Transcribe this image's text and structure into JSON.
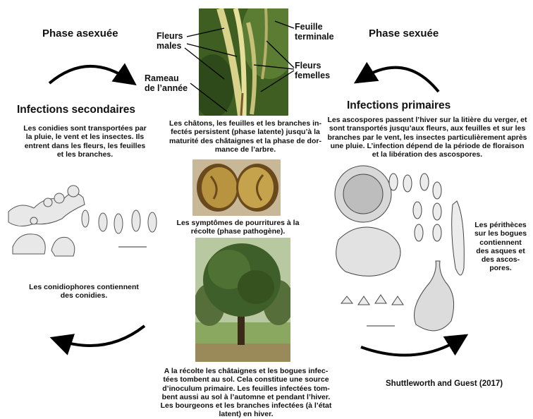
{
  "phase_left": "Phase asexuée",
  "phase_right": "Phase sexuée",
  "photo_labels": {
    "fleurs_males": "Fleurs\nmales",
    "rameau": "Rameau\nde l’année",
    "feuille_terminale": "Feuille\nterminale",
    "fleurs_femelles": "Fleurs\nfemelles"
  },
  "infections_secondaires": {
    "title": "Infections secondaires",
    "text": "Les conidies sont transportées par\nla pluie, le vent et les insectes. Ils\nentrent dans les fleurs, les feuilles\net les branches.",
    "caption": "Les conidiophores contiennent\ndes conidies."
  },
  "infections_primaires": {
    "title": "Infections primaires",
    "text": "Les ascospores passent l’hiver sur la litière du verger, et\nsont transportés jusqu’aux fleurs, aux feuilles et sur les\nbranches par le vent, les insectes particulièrement après\nune pluie. L’infection dépend de la période de floraison\net la libération des ascospores.",
    "caption": "Les périthèces\nsur les bogues\ncontiennent\ndes asques et\ndes ascos-\npores."
  },
  "center": {
    "latent_text": "Les châtons, les feuilles et les branches in-\nfectés persistent (phase latente) jusqu’à la\nmaturité des châtaignes et la phase de dor-\nmance de l’arbre.",
    "pathogen_text": "Les symptômes de pourritures à la\nrécolte (phase pathogène).",
    "bottom_text": "A la récolte les châtaignes et les bogues infec-\ntées tombent au sol. Cela constitue une source\nd’inoculum primaire. Les feuilles infectées tom-\nbent aussi au sol à l’automne et pendant l’hiver.\nLes bourgeons et les branches infectées (à l’état\nlatent) en hiver."
  },
  "citation": "Shuttleworth and Guest (2017)",
  "colors": {
    "text": "#111111",
    "leaf": "#4d6b2a",
    "catkin": "#d9d28a",
    "chestnut": "#9a7a2e",
    "tree": "#3f5f2a",
    "grass": "#8aa860",
    "arrow": "#000000"
  }
}
